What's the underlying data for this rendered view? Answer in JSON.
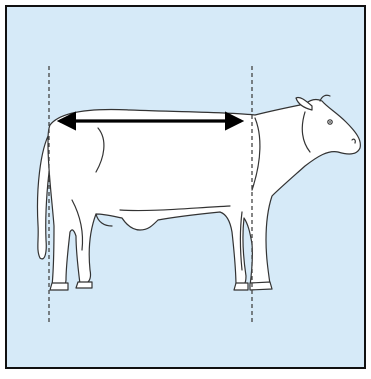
{
  "figure": {
    "background_color": "#d6eaf8",
    "border_color": "#111111",
    "subject": "cow",
    "measurement": "body-length",
    "arrow_type": "double-headed",
    "guide_line_style": "dashed"
  }
}
